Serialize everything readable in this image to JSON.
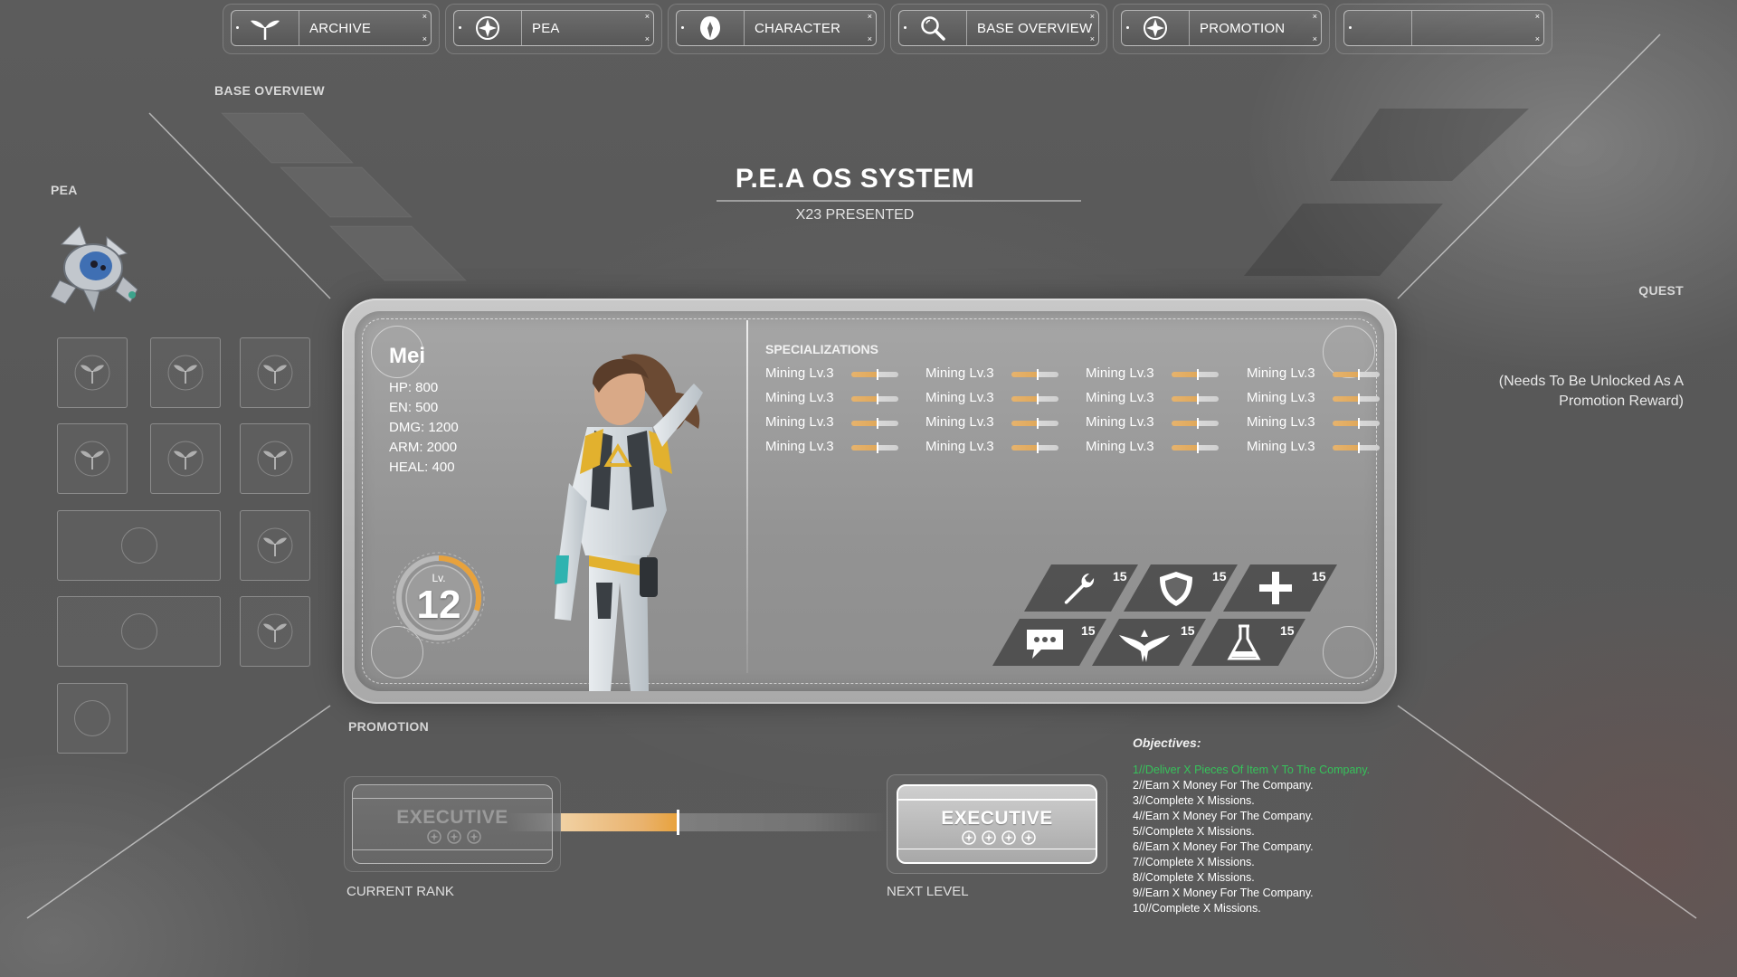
{
  "nav": {
    "tabs": [
      {
        "label": "ARCHIVE",
        "icon": "sprout-icon"
      },
      {
        "label": "PEA",
        "icon": "compass-star-icon"
      },
      {
        "label": "CHARACTER",
        "icon": "helmet-icon"
      },
      {
        "label": "BASE OVERVIEW",
        "icon": "magnifier-icon"
      },
      {
        "label": "PROMOTION",
        "icon": "compass-star-icon"
      },
      {
        "label": "",
        "icon": ""
      }
    ]
  },
  "sections": {
    "base_overview": "BASE OVERVIEW",
    "pea": "PEA",
    "quest": "QUEST",
    "promotion": "PROMOTION",
    "current_rank": "CURRENT RANK",
    "next_level": "NEXT LEVEL"
  },
  "header": {
    "title": "P.E.A OS SYSTEM",
    "subtitle": "X23 PRESENTED"
  },
  "quest": {
    "locked_line1": "(Needs To Be Unlocked As A",
    "locked_line2": "Promotion Reward)"
  },
  "character": {
    "name": "Mei",
    "stats": [
      "HP: 800",
      "EN: 500",
      "DMG: 1200",
      "ARM: 2000",
      "HEAL: 400"
    ],
    "level_label": "Lv.",
    "level": "12",
    "level_progress": 0.3
  },
  "specializations": {
    "title": "SPECIALIZATIONS",
    "items": [
      "Mining Lv.3",
      "Mining Lv.3",
      "Mining Lv.3",
      "Mining Lv.3",
      "Mining Lv.3",
      "Mining Lv.3",
      "Mining Lv.3",
      "Mining Lv.3",
      "Mining Lv.3",
      "Mining Lv.3",
      "Mining Lv.3",
      "Mining Lv.3",
      "Mining Lv.3",
      "Mining Lv.3",
      "Mining Lv.3",
      "Mining Lv.3"
    ],
    "progress": 0.55
  },
  "skills": [
    {
      "icon": "wrench-icon",
      "value": "15"
    },
    {
      "icon": "shield-icon",
      "value": "15"
    },
    {
      "icon": "plus-icon",
      "value": "15"
    },
    {
      "icon": "chat-icon",
      "value": "15"
    },
    {
      "icon": "eagle-icon",
      "value": "15"
    },
    {
      "icon": "flask-icon",
      "value": "15"
    }
  ],
  "promotion": {
    "current_rank": "EXECUTIVE",
    "next_rank": "EXECUTIVE",
    "progress": 0.45
  },
  "objectives": {
    "title": "Objectives:",
    "items": [
      "1//Deliver X Pieces Of Item Y To The Company.",
      "2//Earn X Money For The Company.",
      "3//Complete X Missions.",
      "4//Earn X Money For The Company.",
      "5//Complete X Missions.",
      "6//Earn X Money For The Company.",
      "7//Complete X Missions.",
      "8//Complete X Missions.",
      "9//Earn X Money For The Company.",
      "10//Complete X Missions."
    ],
    "completed_color": "#36c25a"
  },
  "colors": {
    "accent": "#e8a23c",
    "text": "#ffffff"
  }
}
